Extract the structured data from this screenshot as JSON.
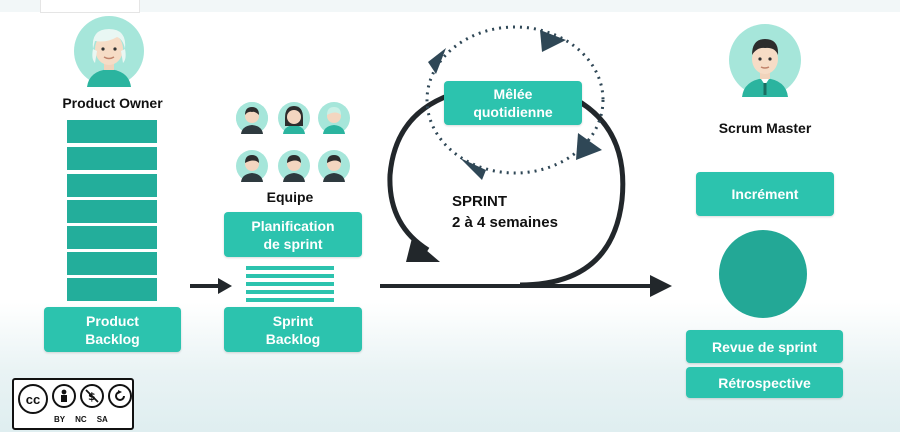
{
  "roles": {
    "product_owner": "Product Owner",
    "team": "Equipe",
    "scrum_master": "Scrum Master"
  },
  "boxes": {
    "product_backlog": [
      "Product",
      "Backlog"
    ],
    "sprint_planning": [
      "Planification",
      "de sprint"
    ],
    "sprint_backlog": [
      "Sprint",
      "Backlog"
    ],
    "daily_scrum": [
      "Mêlée",
      "quotidienne"
    ],
    "increment": "Incrément",
    "sprint_review": "Revue de sprint",
    "retrospective": "Rétrospective"
  },
  "sprint": {
    "title": "SPRINT",
    "duration": "2 à 4 semaines"
  },
  "license": {
    "labels": [
      "BY",
      "NC",
      "SA"
    ],
    "icon_names": [
      "cc-icon",
      "person-icon",
      "no-dollar-icon",
      "share-alike-icon"
    ]
  },
  "colors": {
    "teal": "#2cc3ae",
    "teal_dark": "#23ae9b",
    "arrow": "#22272b",
    "avatar_bg": "#a6e6da"
  }
}
